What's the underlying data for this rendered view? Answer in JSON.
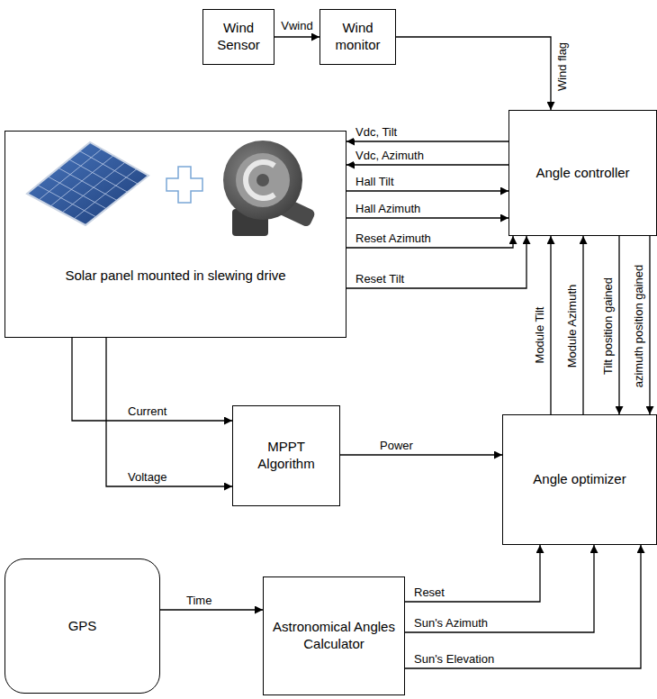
{
  "diagram": {
    "nodes": [
      {
        "text": [
          "Wind Sensor"
        ]
      },
      {
        "text": [
          "Wind monitor"
        ]
      },
      {
        "text": [
          "Solar panel mounted in slewing drive"
        ]
      },
      {
        "text": [
          "Angle controller"
        ]
      },
      {
        "text": [
          "MPPT Algorithm"
        ]
      },
      {
        "text": [
          "Angle optimizer"
        ]
      },
      {
        "text": [
          "GPS"
        ]
      },
      {
        "text": [
          "Astronomical Angles Calculator"
        ]
      }
    ],
    "edges": [
      {
        "from": 0,
        "to": 1,
        "arrow": "to",
        "label": "Vwind"
      },
      {
        "from": 1,
        "to": 3,
        "arrow": "to",
        "label": "Wind flag"
      },
      {
        "from": 3,
        "to": 2,
        "arrow": "to",
        "label": "Vdc, Tilt"
      },
      {
        "from": 3,
        "to": 2,
        "arrow": "to",
        "label": "Vdc, Azimuth"
      },
      {
        "from": 2,
        "to": 3,
        "arrow": "to",
        "label": "Hall Tilt"
      },
      {
        "from": 2,
        "to": 3,
        "arrow": "to",
        "label": "Hall Azimuth"
      },
      {
        "from": 2,
        "to": 3,
        "arrow": "to",
        "label": "Reset Azimuth"
      },
      {
        "from": 2,
        "to": 3,
        "arrow": "to",
        "label": "Reset Tilt"
      },
      {
        "from": 2,
        "to": 4,
        "arrow": "to",
        "label": "Current"
      },
      {
        "from": 2,
        "to": 4,
        "arrow": "to",
        "label": "Voltage"
      },
      {
        "from": 4,
        "to": 5,
        "arrow": "to",
        "label": "Power"
      },
      {
        "from": 5,
        "to": 3,
        "arrow": "to",
        "label": "Module Tilt"
      },
      {
        "from": 5,
        "to": 3,
        "arrow": "to",
        "label": "Module Azimuth"
      },
      {
        "from": 3,
        "to": 5,
        "arrow": "to",
        "label": "Tilt position gained"
      },
      {
        "from": 3,
        "to": 5,
        "arrow": "to",
        "label": "azimuth position gained"
      },
      {
        "from": 6,
        "to": 7,
        "arrow": "to",
        "label": "Time"
      },
      {
        "from": 7,
        "to": 5,
        "arrow": "to",
        "label": "Reset"
      },
      {
        "from": 7,
        "to": 5,
        "arrow": "to",
        "label": "Sun's Azimuth"
      },
      {
        "from": 7,
        "to": 5,
        "arrow": "to",
        "label": "Sun's Elevation"
      }
    ]
  }
}
